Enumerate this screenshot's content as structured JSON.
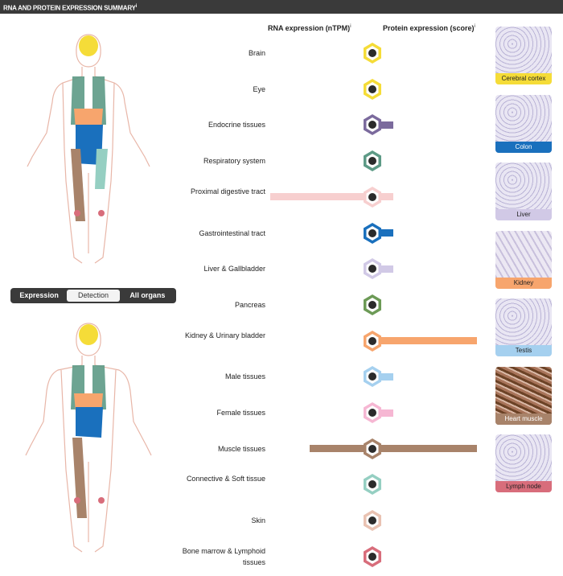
{
  "header": {
    "title": "RNA AND PROTEIN EXPRESSION SUMMARY",
    "info_mark": "i"
  },
  "columns": {
    "rna": "RNA expression (nTPM)",
    "protein": "Protein expression (score)",
    "info_mark": "i"
  },
  "view_toggle": {
    "options": [
      "Expression",
      "Detection",
      "All organs"
    ],
    "selected": "Detection"
  },
  "colors": {
    "brain": "#f5dc38",
    "eye": "#f5dc38",
    "endocrine": "#7b6a9d",
    "respiratory": "#5d9a86",
    "proximal": "#f7cfcf",
    "gi": "#1a70bd",
    "liver": "#d1c9e6",
    "pancreas": "#6c9a56",
    "kidney": "#f7a56d",
    "male": "#a5d0ef",
    "female": "#f6b7d3",
    "muscle": "#a8836a",
    "connective": "#95cfc2",
    "skin": "#e9c2b2",
    "bone_marrow": "#d86d7b"
  },
  "tissues": [
    {
      "label": "Brain",
      "group": "brain",
      "icon": "brain-icon",
      "rna_level": 0.02,
      "protein_level": 0
    },
    {
      "label": "Eye",
      "group": "eye",
      "icon": "eye-icon",
      "rna_level": 0,
      "protein_level": 0
    },
    {
      "label": "Endocrine tissues",
      "group": "endocrine",
      "icon": "thyroid-icon",
      "rna_level": 0.02,
      "protein_level": 0.2
    },
    {
      "label": "Respiratory system",
      "group": "respiratory",
      "icon": "lungs-icon",
      "rna_level": 0,
      "protein_level": 0
    },
    {
      "label": "Proximal digestive tract",
      "group": "proximal",
      "icon": "mouth-icon",
      "rna_level": 0.98,
      "protein_level": 0.2
    },
    {
      "label": "Gastrointestinal tract",
      "group": "gi",
      "icon": "stomach-icon",
      "rna_level": 0.02,
      "protein_level": 0.2
    },
    {
      "label": "Liver & Gallbladder",
      "group": "liver",
      "icon": "liver-icon",
      "rna_level": 0,
      "protein_level": 0.2
    },
    {
      "label": "Pancreas",
      "group": "pancreas",
      "icon": "pancreas-icon",
      "rna_level": 0,
      "protein_level": 0
    },
    {
      "label": "Kidney & Urinary bladder",
      "group": "kidney",
      "icon": "kidney-icon",
      "rna_level": 0,
      "protein_level": 1
    },
    {
      "label": "Male tissues",
      "group": "male",
      "icon": "male-reproductive-icon",
      "rna_level": 0,
      "protein_level": 0.2
    },
    {
      "label": "Female tissues",
      "group": "female",
      "icon": "uterus-icon",
      "rna_level": 0,
      "protein_level": 0.2
    },
    {
      "label": "Muscle tissues",
      "group": "muscle",
      "icon": "heart-icon",
      "rna_level": 0.6,
      "protein_level": 1
    },
    {
      "label": "Connective & Soft tissue",
      "group": "connective",
      "icon": "adipose-icon",
      "rna_level": 0,
      "protein_level": 0
    },
    {
      "label": "Skin",
      "group": "skin",
      "icon": "skin-icon",
      "rna_level": 0,
      "protein_level": 0
    },
    {
      "label": "Bone marrow & Lymphoid tissues",
      "group": "bone_marrow",
      "icon": "bone-marrow-icon",
      "rna_level": 0,
      "protein_level": 0
    }
  ],
  "samples": [
    {
      "caption": "Cerebral cortex",
      "group": "brain",
      "stain": "low"
    },
    {
      "caption": "Colon",
      "group": "gi",
      "stain": "low"
    },
    {
      "caption": "Liver",
      "group": "liver",
      "stain": "low"
    },
    {
      "caption": "Kidney",
      "group": "kidney",
      "stain": "medium"
    },
    {
      "caption": "Testis",
      "group": "male",
      "stain": "low"
    },
    {
      "caption": "Heart muscle",
      "group": "muscle",
      "stain": "high"
    },
    {
      "caption": "Lymph node",
      "group": "bone_marrow",
      "stain": "low"
    }
  ]
}
